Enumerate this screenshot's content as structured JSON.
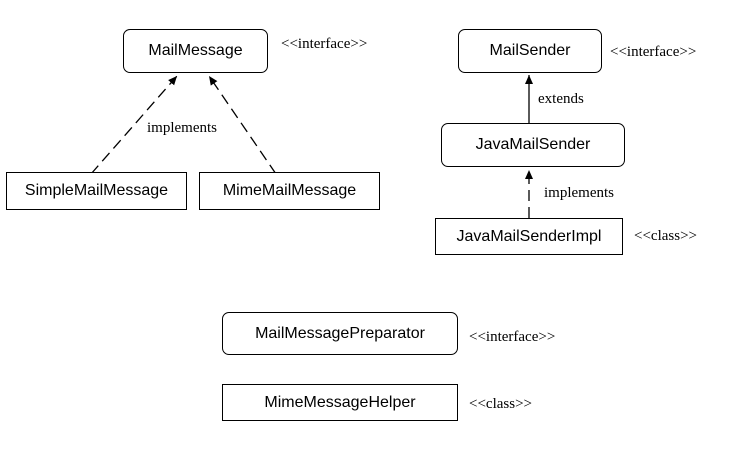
{
  "nodes": {
    "mail_message": {
      "label": "MailMessage",
      "stereotype": "<<interface>>"
    },
    "simple_mail_message": {
      "label": "SimpleMailMessage"
    },
    "mime_mail_message": {
      "label": "MimeMailMessage"
    },
    "mail_sender": {
      "label": "MailSender",
      "stereotype": "<<interface>>"
    },
    "java_mail_sender": {
      "label": "JavaMailSender"
    },
    "java_mail_sender_impl": {
      "label": "JavaMailSenderImpl",
      "stereotype": "<<class>>"
    },
    "mail_message_preparator": {
      "label": "MailMessagePreparator",
      "stereotype": "<<interface>>"
    },
    "mime_message_helper": {
      "label": "MimeMessageHelper",
      "stereotype": "<<class>>"
    }
  },
  "edges": {
    "mail_message_implements": {
      "label": "implements",
      "style": "dashed"
    },
    "mail_sender_extends": {
      "label": "extends",
      "style": "solid"
    },
    "java_mail_sender_implements": {
      "label": "implements",
      "style": "dashed"
    }
  },
  "colors": {
    "stroke": "#000000",
    "background": "#ffffff"
  }
}
